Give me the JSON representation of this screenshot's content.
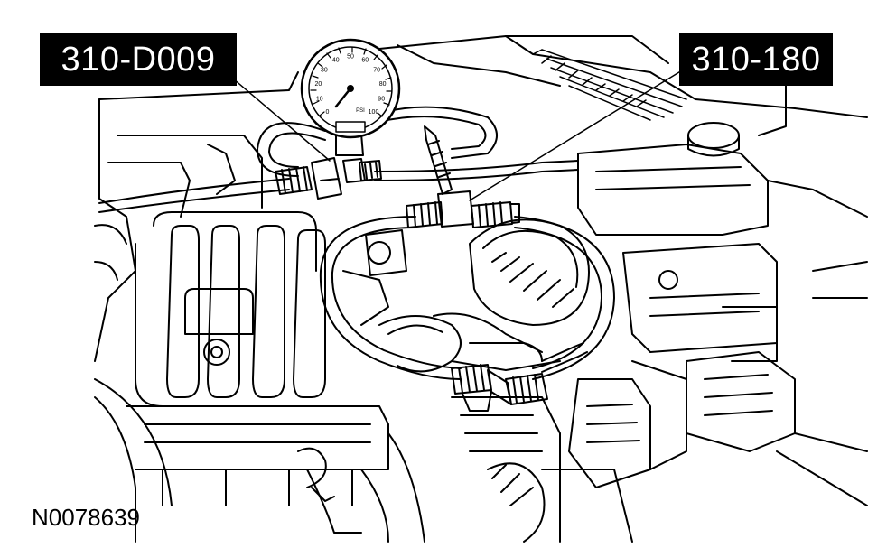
{
  "labels": {
    "gauge_tool": "310-D009",
    "adapter_tool": "310-180"
  },
  "figure_id": "N0078639",
  "gauge_face": {
    "ticks": [
      "0",
      "10",
      "20",
      "30",
      "40",
      "50",
      "60",
      "70",
      "80",
      "90",
      "100"
    ],
    "unit_text": "PSI"
  },
  "colors": {
    "ink": "#000000",
    "paper": "#ffffff"
  }
}
